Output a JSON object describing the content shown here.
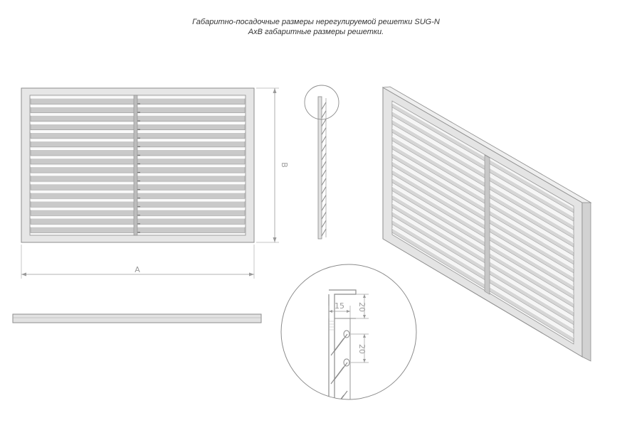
{
  "title_line1": "Габаритно-посадочные размеры нерегулируемой решетки SUG-N",
  "title_line2": "AxB габаритные размеры решетки.",
  "dimensions": {
    "width_label": "A",
    "height_label": "B",
    "pitch_label": "20",
    "top_depth_label": "20",
    "frame_width_label": "15"
  },
  "colors": {
    "line": "#8c8c8c",
    "frame_fill": "#e6e6e6",
    "slat_fill": "#c9c9c9",
    "slat_gap": "#f7f7f7",
    "dimension": "#9a9a9a"
  },
  "slat_count": 16
}
